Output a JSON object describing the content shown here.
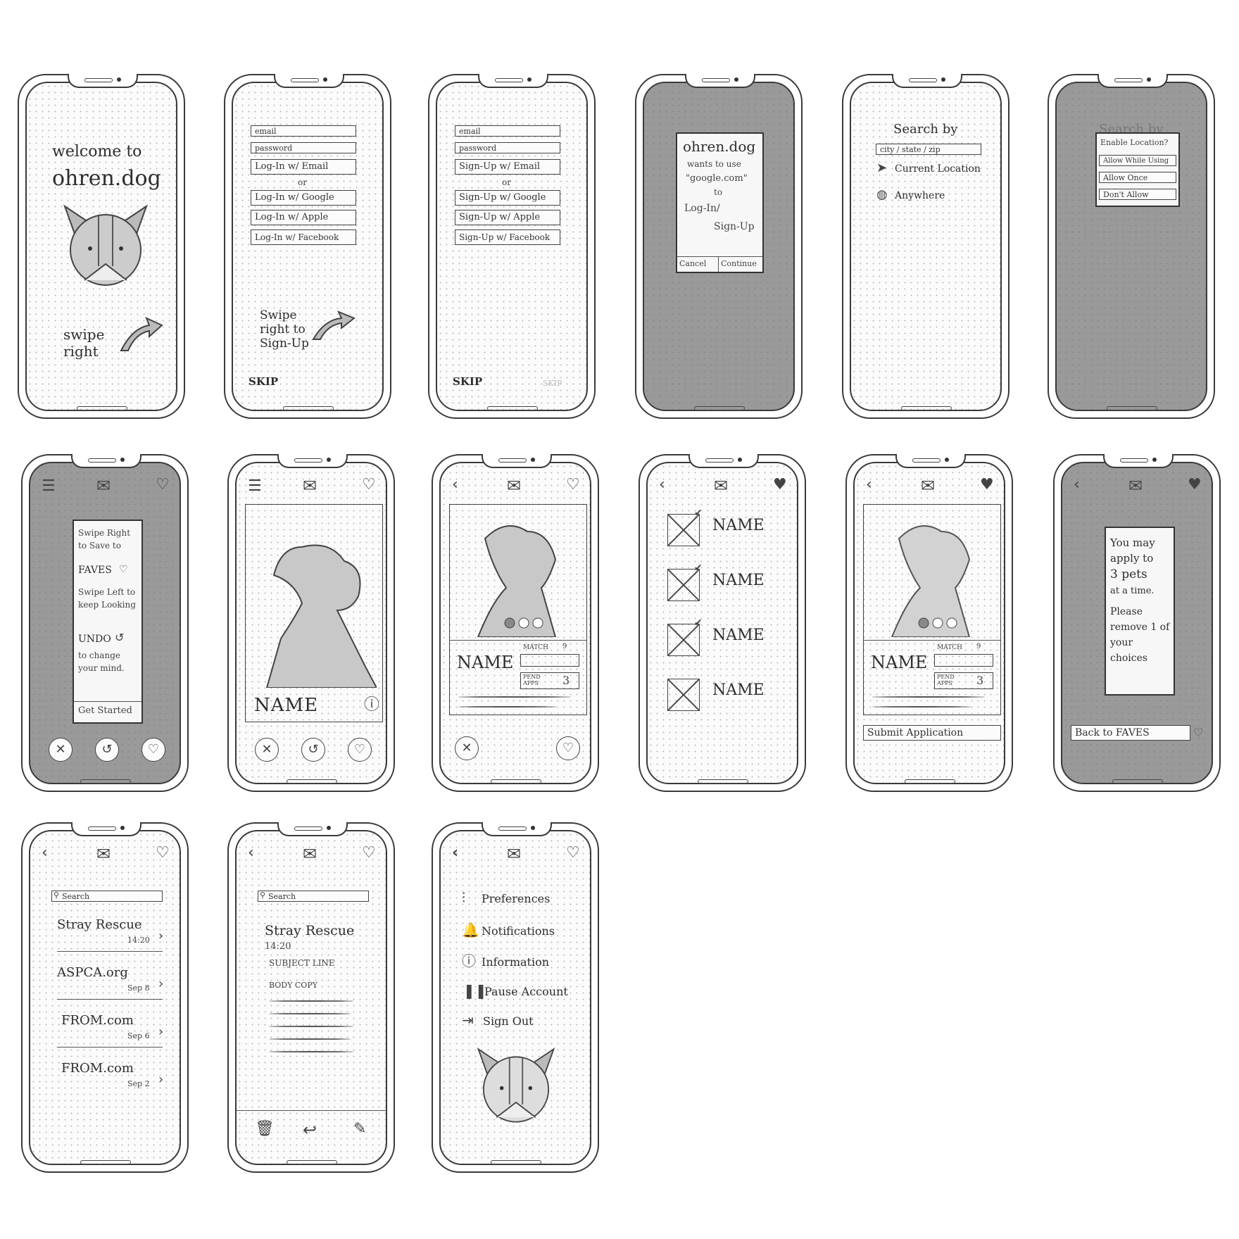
{
  "welcome": {
    "line1": "welcome to",
    "brand": "ohren.dog",
    "swipe": "swipe right"
  },
  "login": {
    "email": "email",
    "password": "password",
    "btn_email": "Log-In w/ Email",
    "or": "or",
    "btn_google": "Log-In w/ Google",
    "btn_apple": "Log-In w/ Apple",
    "btn_facebook": "Log-In w/ Facebook",
    "swipe": "Swipe right to Sign-Up",
    "skip": "SKIP"
  },
  "signup": {
    "email": "email",
    "password": "password",
    "btn_email": "Sign-Up w/ Email",
    "or": "or",
    "btn_google": "Sign-Up w/ Google",
    "btn_apple": "Sign-Up w/ Apple",
    "btn_facebook": "Sign-Up w/ Facebook",
    "skip": "SKIP",
    "skip_faint": "SKIP"
  },
  "oauth": {
    "brand": "ohren.dog",
    "line1": "wants to use",
    "domain": "\"google.com\"",
    "line2": "to",
    "line3": "Log-In/",
    "line4": "Sign-Up",
    "cancel": "Cancel",
    "continue": "Continue"
  },
  "search": {
    "title": "Search by",
    "input": "city / state / zip",
    "current": "Current Location",
    "anywhere": "Anywhere"
  },
  "location": {
    "title": "Search by",
    "prompt": "Enable Location?",
    "allow_while": "Allow While Using",
    "allow_once": "Allow Once",
    "dont_allow": "Don't Allow"
  },
  "onboard": {
    "line1": "Swipe Right to Save to",
    "faves": "FAVES",
    "line2": "Swipe Left to keep Looking",
    "undo": "UNDO",
    "line3": "to change your mind.",
    "start": "Get Started"
  },
  "browse": {
    "name": "NAME",
    "info_icon": "info-icon"
  },
  "detail": {
    "name": "NAME",
    "match": "MATCH",
    "match_val": "9",
    "pend": "PEND APPS",
    "pend_val": "3"
  },
  "faves": {
    "items": [
      "NAME",
      "NAME",
      "NAME",
      "NAME"
    ]
  },
  "apply": {
    "name": "NAME",
    "match": "MATCH",
    "match_val": "9",
    "pend": "PEND APPS",
    "pend_val": "3",
    "submit": "Submit Application"
  },
  "limit": {
    "msg1": "You may apply to",
    "msg2": "3 pets",
    "msg3": "at a time.",
    "msg4": "Please remove 1 of your choices",
    "back": "Back to FAVES"
  },
  "inbox": {
    "search": "Search",
    "items": [
      {
        "from": "Stray Rescue",
        "date": "14:20"
      },
      {
        "from": "ASPCA.org",
        "date": "Sep 8"
      },
      {
        "from": "FROM.com",
        "date": "Sep 6"
      },
      {
        "from": "FROM.com",
        "date": "Sep 2"
      }
    ]
  },
  "message": {
    "search": "Search",
    "from": "Stray Rescue",
    "time": "14:20",
    "subject": "SUBJECT LINE",
    "body": "BODY COPY"
  },
  "menu": {
    "items": [
      "Preferences",
      "Notifications",
      "Information",
      "Pause Account",
      "Sign Out"
    ]
  }
}
